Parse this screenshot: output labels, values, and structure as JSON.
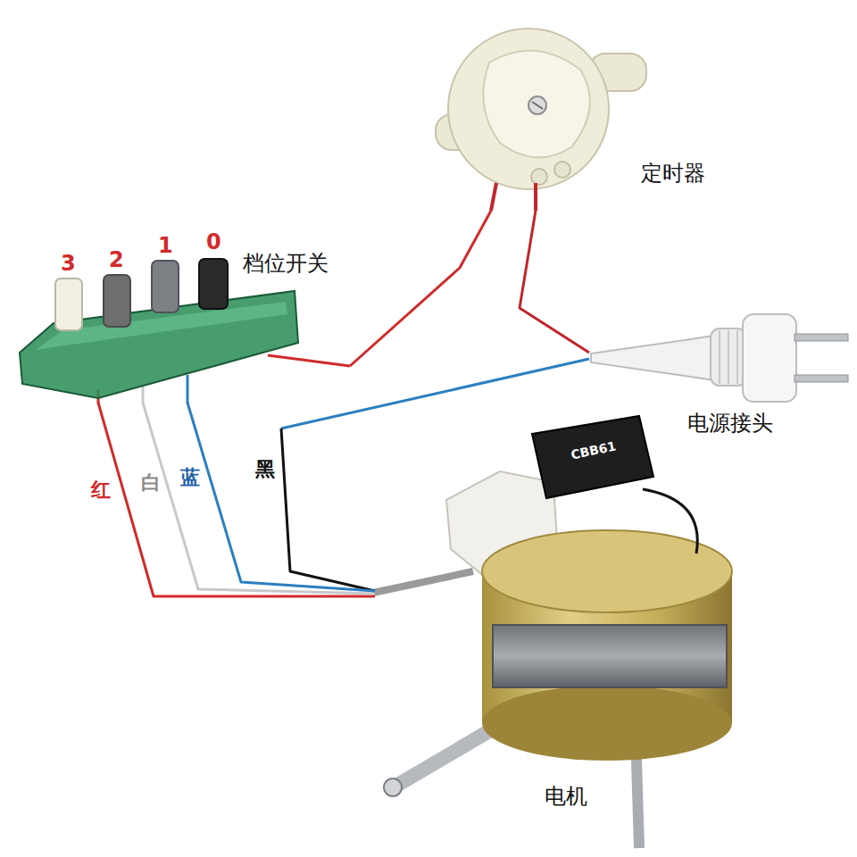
{
  "diagram": {
    "nodes": [
      {
        "text": [
          "定时器"
        ]
      },
      {
        "text": [
          "档位开关"
        ]
      },
      {
        "text": [
          "电源接头"
        ]
      },
      {
        "text": [
          "电机"
        ]
      }
    ],
    "edges": [
      {
        "from": 1,
        "to": 0,
        "arrow": "none"
      },
      {
        "from": 0,
        "to": 2,
        "arrow": "none"
      },
      {
        "from": 2,
        "to": 3,
        "label": "黑",
        "arrow": "none"
      },
      {
        "from": 1,
        "to": 3,
        "label": "红",
        "arrow": "none"
      },
      {
        "from": 1,
        "to": 3,
        "label": "白",
        "arrow": "none"
      },
      {
        "from": 1,
        "to": 3,
        "label": "蓝",
        "arrow": "none"
      }
    ],
    "labels": [
      "3",
      "2",
      "1",
      "0",
      "CBB61"
    ]
  }
}
